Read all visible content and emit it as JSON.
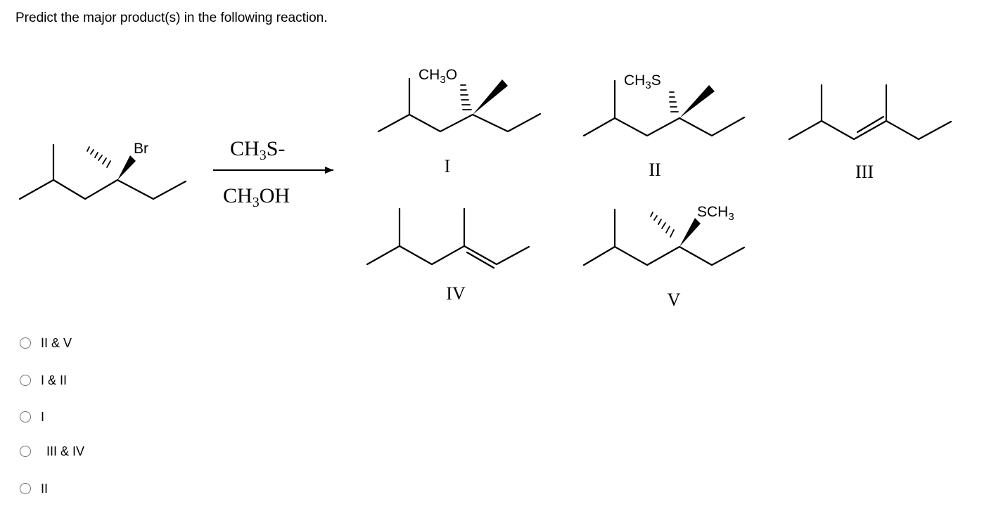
{
  "question": {
    "text": "Predict the major product(s) in the following reaction."
  },
  "scheme": {
    "reactant_substituent": "Br",
    "reagent_main": "CH",
    "reagent_sub": "3",
    "reagent_suffix": "S-",
    "solvent_main": "CH",
    "solvent_sub": "3",
    "solvent_suffix": "OH",
    "products": [
      {
        "numeral": "I",
        "sub_main": "CH",
        "sub_index": "3",
        "sub_suffix": "O"
      },
      {
        "numeral": "II",
        "sub_main": "CH",
        "sub_index": "3",
        "sub_suffix": "S"
      },
      {
        "numeral": "III"
      },
      {
        "numeral": "IV"
      },
      {
        "numeral": "V",
        "sub_main": "SCH",
        "sub_index": "3"
      }
    ]
  },
  "options": [
    {
      "label": "II & V",
      "selected": false
    },
    {
      "label": "I & II",
      "selected": false
    },
    {
      "label": "I",
      "selected": false
    },
    {
      "label": "III & IV",
      "selected": false
    },
    {
      "label": "II",
      "selected": false
    }
  ]
}
